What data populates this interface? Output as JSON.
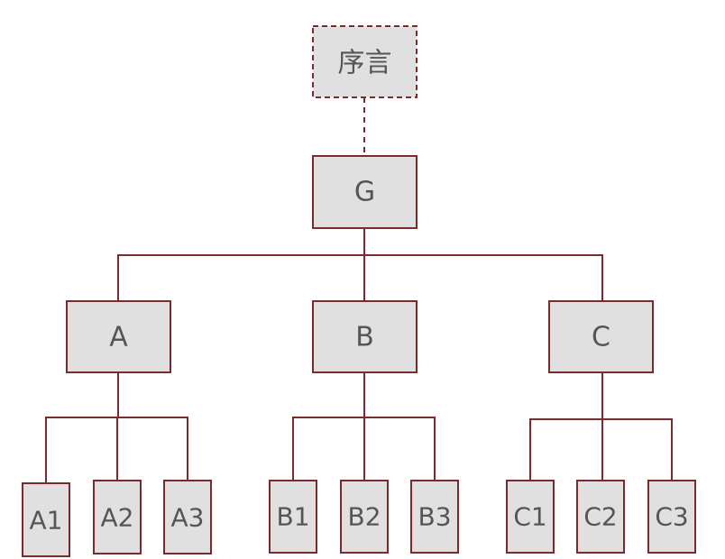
{
  "colors": {
    "border": "#7b2a2e",
    "fill": "#e0e0e0",
    "text": "#555555"
  },
  "nodes": {
    "preface": "序言",
    "G": "G",
    "A": "A",
    "B": "B",
    "C": "C",
    "A1": "A1",
    "A2": "A2",
    "A3": "A3",
    "B1": "B1",
    "B2": "B2",
    "B3": "B3",
    "C1": "C1",
    "C2": "C2",
    "C3": "C3"
  }
}
